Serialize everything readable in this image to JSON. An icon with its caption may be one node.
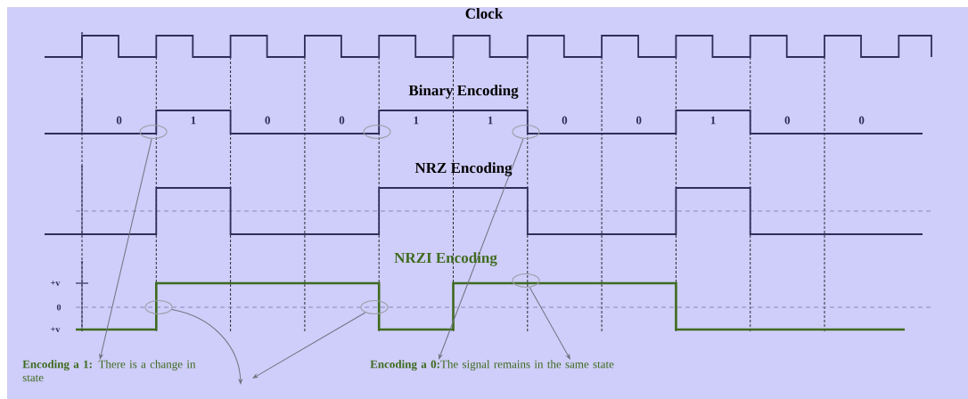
{
  "diagram": {
    "nodes": [
      {
        "text": [],
        "shape": "ellipse"
      },
      {
        "text": [],
        "shape": "ellipse"
      },
      {
        "text": [],
        "shape": "ellipse"
      },
      {
        "text": [],
        "shape": "ellipse"
      },
      {
        "text": [],
        "shape": "ellipse"
      },
      {
        "text": [],
        "shape": "ellipse"
      },
      {
        "text": [
          "**Encoding a 1:** There is a change in state"
        ]
      },
      {
        "text": [
          "**Encoding a 0:**The signal remains in the same state"
        ]
      }
    ],
    "edges": [
      {
        "from": 0,
        "to": 6,
        "arrow": "to"
      },
      {
        "from": 2,
        "to": 7,
        "arrow": "to"
      },
      {
        "from": 3,
        "to": 7,
        "arrow": "to"
      },
      {
        "from": 4,
        "to": null,
        "arrow": "to"
      },
      {
        "from": 5,
        "to": null,
        "arrow": "to"
      }
    ],
    "labels": [
      "Clock",
      "Binary Encoding",
      "0",
      "1",
      "0",
      "0",
      "1",
      "1",
      "0",
      "0",
      "1",
      "0",
      "0",
      "NRZ Encoding",
      "NRZI Encoding",
      "+v",
      "0",
      "+v"
    ]
  }
}
